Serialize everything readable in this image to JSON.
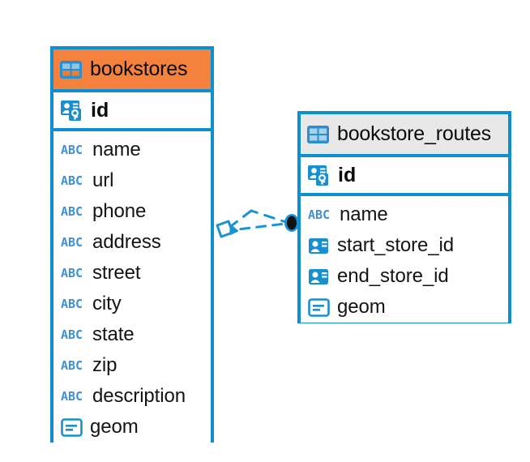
{
  "diagram": {
    "title": "Database entity relationship diagram",
    "colors": {
      "entity_border": "#0d8ecf",
      "header_accent_primary": "#f5813f",
      "header_accent_secondary": "#e8e8e8",
      "icon_blue": "#1a8fce",
      "abc_blue": "#3f92cf",
      "connector_line": "#1a93d4",
      "connector_endpoint": "#111111",
      "text": "#0b0b0b",
      "background": "#ffffff"
    }
  },
  "entities": [
    {
      "name": "bookstores",
      "header_style": "orange",
      "table_icon": "table-icon",
      "primary_key": {
        "label": "id",
        "icon": "primary-key-icon"
      },
      "fields": [
        {
          "label": "name",
          "icon": "abc-text-icon",
          "type": "text"
        },
        {
          "label": "url",
          "icon": "abc-text-icon",
          "type": "text"
        },
        {
          "label": "phone",
          "icon": "abc-text-icon",
          "type": "text"
        },
        {
          "label": "address",
          "icon": "abc-text-icon",
          "type": "text"
        },
        {
          "label": "street",
          "icon": "abc-text-icon",
          "type": "text"
        },
        {
          "label": "city",
          "icon": "abc-text-icon",
          "type": "text"
        },
        {
          "label": "state",
          "icon": "abc-text-icon",
          "type": "text"
        },
        {
          "label": "zip",
          "icon": "abc-text-icon",
          "type": "text"
        },
        {
          "label": "description",
          "icon": "abc-text-icon",
          "type": "text"
        },
        {
          "label": "geom",
          "icon": "geometry-icon",
          "type": "geometry"
        }
      ]
    },
    {
      "name": "bookstore_routes",
      "header_style": "gray",
      "table_icon": "table-icon",
      "primary_key": {
        "label": "id",
        "icon": "primary-key-icon"
      },
      "fields": [
        {
          "label": "name",
          "icon": "abc-text-icon",
          "type": "text"
        },
        {
          "label": "start_store_id",
          "icon": "foreign-key-icon",
          "type": "reference"
        },
        {
          "label": "end_store_id",
          "icon": "foreign-key-icon",
          "type": "reference"
        },
        {
          "label": "geom",
          "icon": "geometry-icon",
          "type": "geometry"
        }
      ]
    }
  ],
  "relationship": {
    "name": "bookstores-to-bookstore-routes",
    "style": "dashed",
    "source_marker": "diamond-outline",
    "target_marker": "filled-circle",
    "branch_count": 2
  }
}
